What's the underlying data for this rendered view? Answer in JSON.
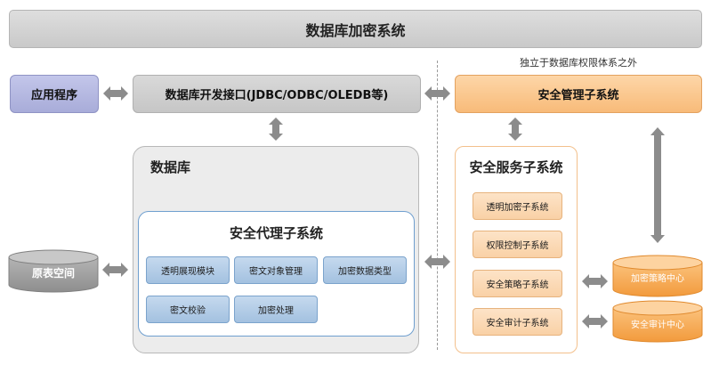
{
  "title": "数据库加密系统",
  "note": "独立于数据库权限体系之外",
  "app": "应用程序",
  "api": "数据库开发接口(JDBC/ODBC/OLEDB等)",
  "security_manager": "安全管理子系统",
  "database": "数据库",
  "proxy_subsystem": {
    "title": "安全代理子系统",
    "modules": [
      "透明展现模块",
      "密文对象管理",
      "加密数据类型",
      "密文校验",
      "加密处理"
    ]
  },
  "service_subsystem": {
    "title": "安全服务子系统",
    "items": [
      "透明加密子系统",
      "权限控制子系统",
      "安全策略子系统",
      "安全审计子系统"
    ]
  },
  "raw_table_space": "原表空间",
  "policy_center": "加密策略中心",
  "audit_center": "安全审计中心",
  "colors": {
    "arrow": "#8c8c8c",
    "cylinder_gray": "#9a9a9a",
    "cylinder_orange": "#f6a94f"
  }
}
